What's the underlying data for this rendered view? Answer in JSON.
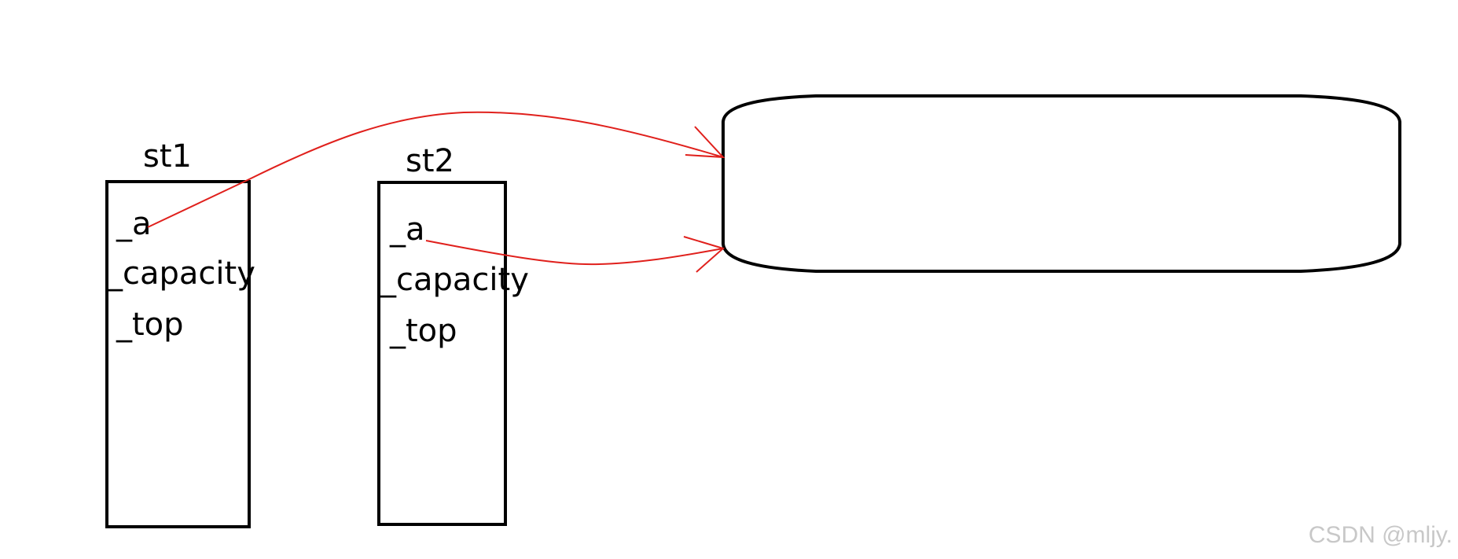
{
  "diagram": {
    "st1": {
      "name": "st1",
      "fields": [
        "_a",
        "_capacity",
        "_top"
      ]
    },
    "st2": {
      "name": "st2",
      "fields": [
        "_a",
        "_capacity",
        "_top"
      ]
    },
    "arrow_color": "#e0201c",
    "box_color": "#000000"
  },
  "watermark": "CSDN @mljy."
}
